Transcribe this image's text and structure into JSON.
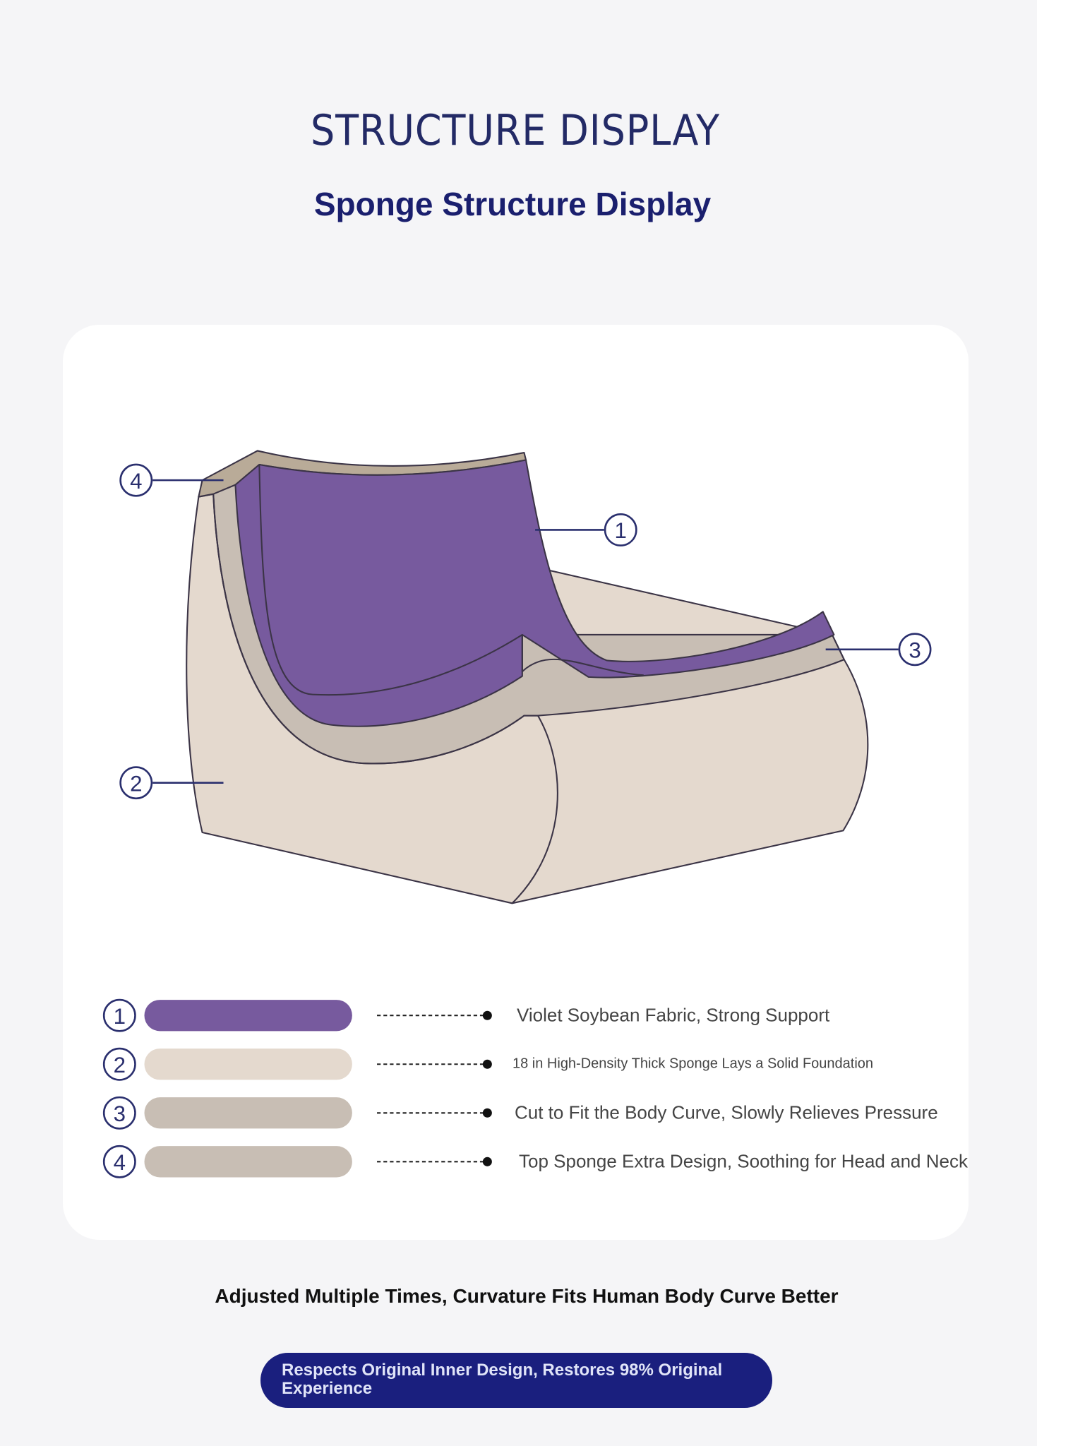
{
  "header": {
    "title": "STRUCTURE DISPLAY",
    "subtitle": "Sponge Structure Display"
  },
  "diagram": {
    "callouts": [
      "1",
      "2",
      "3",
      "4"
    ],
    "colors": {
      "layer1": "#775a9e",
      "layer2": "#e4d9ce",
      "layer3": "#c8beb4",
      "layer4": "#c8beb4"
    }
  },
  "legend": [
    {
      "number": "1",
      "color": "#775a9e",
      "text": "Violet Soybean Fabric, Strong Support"
    },
    {
      "number": "2",
      "color": "#e4d9ce",
      "text": "18 in High-Density Thick Sponge Lays a Solid Foundation"
    },
    {
      "number": "3",
      "color": "#c8beb4",
      "text": "Cut to Fit the Body Curve, Slowly Relieves Pressure"
    },
    {
      "number": "4",
      "color": "#c8beb4",
      "text": "Top Sponge Extra Design, Soothing for Head and Neck"
    }
  ],
  "footer": {
    "caption": "Adjusted Multiple Times, Curvature Fits Human Body Curve Better",
    "banner": "Respects Original Inner Design, Restores 98% Original Experience"
  }
}
